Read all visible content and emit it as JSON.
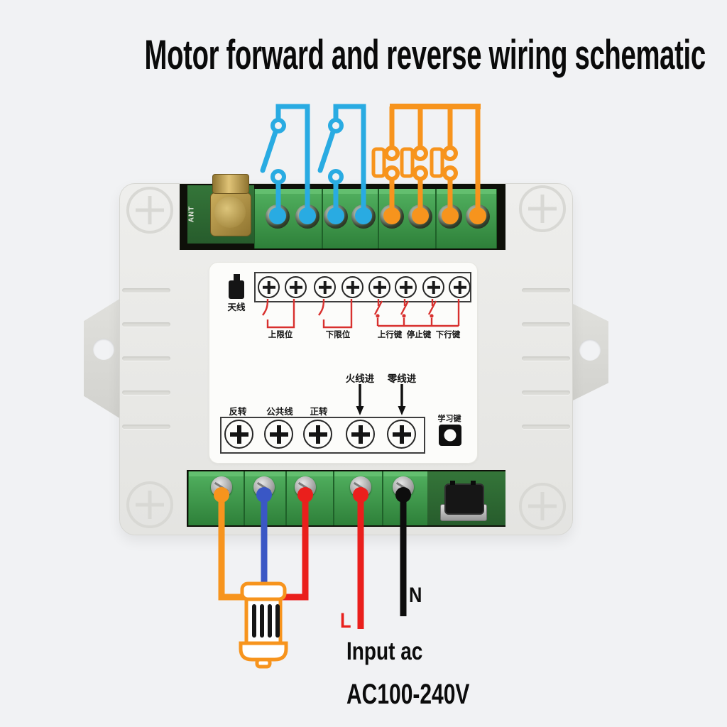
{
  "title": "Motor forward and reverse wiring schematic",
  "pcb": {
    "ant_marking": "ANT"
  },
  "device_label": {
    "antenna": "天线",
    "upper_limit": "上限位",
    "lower_limit": "下限位",
    "up_key": "上行键",
    "stop_key": "停止键",
    "down_key": "下行键",
    "live_wire_in": "火线进",
    "neutral_wire_in": "零线进",
    "reverse": "反转",
    "common": "公共线",
    "forward": "正转",
    "learn_key": "学习键"
  },
  "wiring_labels": {
    "live": "L",
    "neutral": "N",
    "caption_line1": "Input ac",
    "caption_line2": "AC100-240V"
  },
  "colors": {
    "switch_wire_blue": "#29abe2",
    "button_wire_orange": "#f7941d",
    "motor_common_wire_blue": "#3a57c5",
    "forward_live_wire_red": "#e8201c",
    "neutral_wire_black": "#0d0d0d",
    "label_diagram_red": "#d8302e",
    "terminal_block_green": "#3f9b48"
  }
}
